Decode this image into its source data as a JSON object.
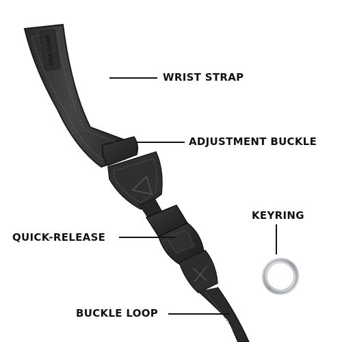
{
  "product": {
    "brand_mark": "USA GEAR"
  },
  "callouts": {
    "wrist_strap": "WRIST STRAP",
    "adjustment_buckle": "ADJUSTMENT BUCKLE",
    "keyring": "KEYRING",
    "quick_release": "QUICK-RELEASE",
    "buckle_loop": "BUCKLE LOOP"
  },
  "colors": {
    "background": "#ffffff",
    "strap": "#3a3a3a",
    "strap_edge": "#1e1e1e",
    "stitching": "#5c5c5c",
    "buckle": "#2b2b2b",
    "leader_lines": "#111111",
    "keyring_metal": "#b9bcbf"
  }
}
